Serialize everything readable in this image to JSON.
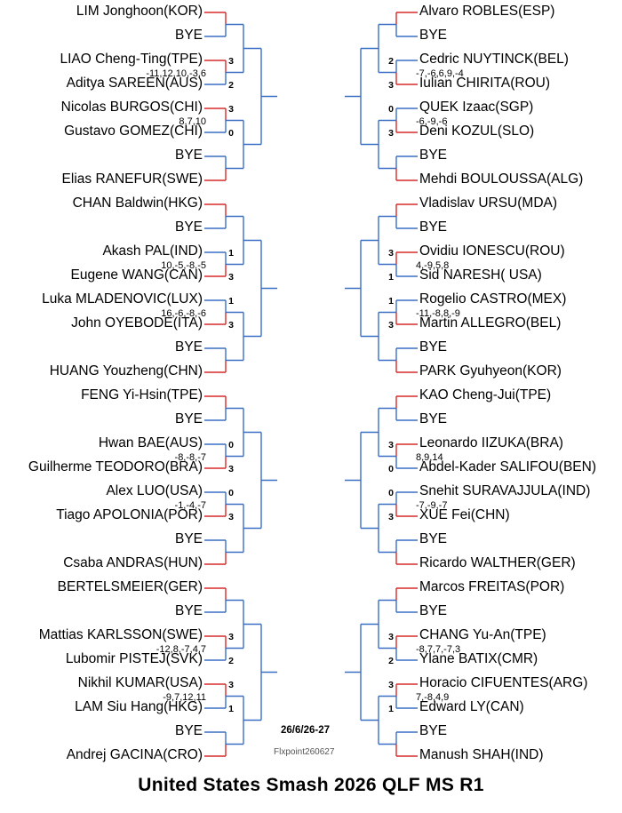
{
  "title": "United States Smash 2026 QLF MS R1",
  "date": "26/6/26-27",
  "credit": "Flxpoint260627",
  "colors": {
    "winner": "#d62a2a",
    "loser": "#3a6fc4"
  },
  "left": {
    "quarters": [
      {
        "pairs": [
          {
            "players": [
              "LIM Jonghoon(KOR)",
              "BYE"
            ],
            "games": [
              "",
              ""
            ],
            "score": "",
            "winner": 0
          },
          {
            "players": [
              "LIAO Cheng-Ting(TPE)",
              "Aditya SAREEN(AUS)"
            ],
            "games": [
              "3",
              "2"
            ],
            "score": "-11,12,10,-3,6",
            "winner": 0
          },
          {
            "players": [
              "Nicolas BURGOS(CHI)",
              "Gustavo GOMEZ(CHI)"
            ],
            "games": [
              "3",
              "0"
            ],
            "score": "8,7,10",
            "winner": 0
          },
          {
            "players": [
              "BYE",
              "Elias RANEFUR(SWE)"
            ],
            "games": [
              "",
              ""
            ],
            "score": "",
            "winner": 1
          }
        ]
      },
      {
        "pairs": [
          {
            "players": [
              "CHAN Baldwin(HKG)",
              "BYE"
            ],
            "games": [
              "",
              ""
            ],
            "score": "",
            "winner": 0
          },
          {
            "players": [
              "Akash PAL(IND)",
              "Eugene WANG(CAN)"
            ],
            "games": [
              "1",
              "3"
            ],
            "score": "10,-5,-8,-5",
            "winner": 1
          },
          {
            "players": [
              "Luka MLADENOVIC(LUX)",
              "John OYEBODE(ITA)"
            ],
            "games": [
              "1",
              "3"
            ],
            "score": "16,-6,-8,-6",
            "winner": 1
          },
          {
            "players": [
              "BYE",
              "HUANG Youzheng(CHN)"
            ],
            "games": [
              "",
              ""
            ],
            "score": "",
            "winner": 1
          }
        ]
      },
      {
        "pairs": [
          {
            "players": [
              "FENG Yi-Hsin(TPE)",
              "BYE"
            ],
            "games": [
              "",
              ""
            ],
            "score": "",
            "winner": 0
          },
          {
            "players": [
              "Hwan BAE(AUS)",
              "Guilherme TEODORO(BRA)"
            ],
            "games": [
              "0",
              "3"
            ],
            "score": "-8,-8,-7",
            "winner": 1
          },
          {
            "players": [
              "Alex LUO(USA)",
              "Tiago APOLONIA(POR)"
            ],
            "games": [
              "0",
              "3"
            ],
            "score": "-1,-4,-7",
            "winner": 1
          },
          {
            "players": [
              "BYE",
              "Csaba ANDRAS(HUN)"
            ],
            "games": [
              "",
              ""
            ],
            "score": "",
            "winner": 1
          }
        ]
      },
      {
        "pairs": [
          {
            "players": [
              "BERTELSMEIER(GER)",
              "BYE"
            ],
            "games": [
              "",
              ""
            ],
            "score": "",
            "winner": 0
          },
          {
            "players": [
              "Mattias KARLSSON(SWE)",
              "Lubomir PISTEJ(SVK)"
            ],
            "games": [
              "3",
              "2"
            ],
            "score": "-12,8,-7,4,7",
            "winner": 0
          },
          {
            "players": [
              "Nikhil KUMAR(USA)",
              "LAM Siu Hang(HKG)"
            ],
            "games": [
              "3",
              "1"
            ],
            "score": "-9,7,12,11",
            "winner": 0
          },
          {
            "players": [
              "BYE",
              "Andrej GACINA(CRO)"
            ],
            "games": [
              "",
              ""
            ],
            "score": "",
            "winner": 1
          }
        ]
      }
    ]
  },
  "right": {
    "quarters": [
      {
        "pairs": [
          {
            "players": [
              "Alvaro ROBLES(ESP)",
              "BYE"
            ],
            "games": [
              "",
              ""
            ],
            "score": "",
            "winner": 0
          },
          {
            "players": [
              "Cedric NUYTINCK(BEL)",
              "Iulian CHIRITA(ROU)"
            ],
            "games": [
              "2",
              "3"
            ],
            "score": "-7,-6,6,9,-4",
            "winner": 1
          },
          {
            "players": [
              "QUEK Izaac(SGP)",
              "Deni KOZUL(SLO)"
            ],
            "games": [
              "0",
              "3"
            ],
            "score": "-6,-9,-6",
            "winner": 1
          },
          {
            "players": [
              "BYE",
              "Mehdi BOULOUSSA(ALG)"
            ],
            "games": [
              "",
              ""
            ],
            "score": "",
            "winner": 1
          }
        ]
      },
      {
        "pairs": [
          {
            "players": [
              "Vladislav URSU(MDA)",
              "BYE"
            ],
            "games": [
              "",
              ""
            ],
            "score": "",
            "winner": 0
          },
          {
            "players": [
              "Ovidiu IONESCU(ROU)",
              "Sid NARESH( USA)"
            ],
            "games": [
              "3",
              "1"
            ],
            "score": "4,-9,5,8",
            "winner": 0
          },
          {
            "players": [
              "Rogelio CASTRO(MEX)",
              "Martin ALLEGRO(BEL)"
            ],
            "games": [
              "1",
              "3"
            ],
            "score": "-11,-8,8,-9",
            "winner": 1
          },
          {
            "players": [
              "BYE",
              "PARK Gyuhyeon(KOR)"
            ],
            "games": [
              "",
              ""
            ],
            "score": "",
            "winner": 1
          }
        ]
      },
      {
        "pairs": [
          {
            "players": [
              "KAO Cheng-Jui(TPE)",
              "BYE"
            ],
            "games": [
              "",
              ""
            ],
            "score": "",
            "winner": 0
          },
          {
            "players": [
              "Leonardo IIZUKA(BRA)",
              "Abdel-Kader SALIFOU(BEN)"
            ],
            "games": [
              "3",
              "0"
            ],
            "score": "8,9,14",
            "winner": 0
          },
          {
            "players": [
              "Snehit SURAVAJJULA(IND)",
              "XUE Fei(CHN)"
            ],
            "games": [
              "0",
              "3"
            ],
            "score": "-7,-9,-7",
            "winner": 1
          },
          {
            "players": [
              "BYE",
              "Ricardo WALTHER(GER)"
            ],
            "games": [
              "",
              ""
            ],
            "score": "",
            "winner": 1
          }
        ]
      },
      {
        "pairs": [
          {
            "players": [
              "Marcos FREITAS(POR)",
              "BYE"
            ],
            "games": [
              "",
              ""
            ],
            "score": "",
            "winner": 0
          },
          {
            "players": [
              "CHANG Yu-An(TPE)",
              "Ylane BATIX(CMR)"
            ],
            "games": [
              "3",
              "2"
            ],
            "score": "-8,7,7,-7,3",
            "winner": 0
          },
          {
            "players": [
              "Horacio CIFUENTES(ARG)",
              "Edward LY(CAN)"
            ],
            "games": [
              "3",
              "1"
            ],
            "score": "7,-8,4,9",
            "winner": 0
          },
          {
            "players": [
              "BYE",
              "Manush SHAH(IND)"
            ],
            "games": [
              "",
              ""
            ],
            "score": "",
            "winner": 1
          }
        ]
      }
    ]
  }
}
